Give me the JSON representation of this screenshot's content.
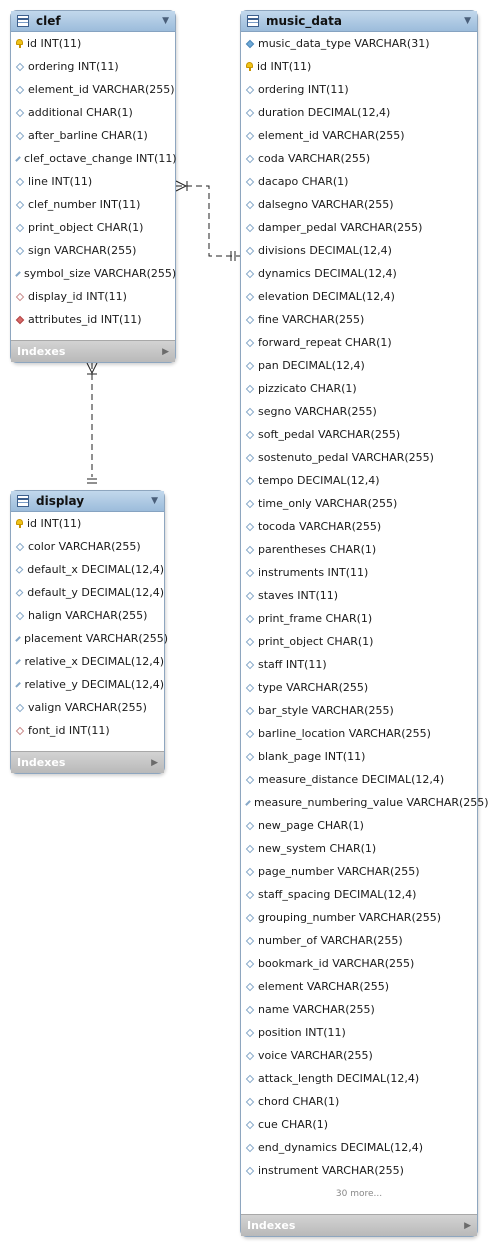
{
  "tables": {
    "clef": {
      "name": "clef",
      "indexes_label": "Indexes",
      "fields": [
        {
          "text": "id INT(11)",
          "icon": "pk"
        },
        {
          "text": "ordering INT(11)",
          "icon": "col"
        },
        {
          "text": "element_id VARCHAR(255)",
          "icon": "col"
        },
        {
          "text": "additional CHAR(1)",
          "icon": "col"
        },
        {
          "text": "after_barline CHAR(1)",
          "icon": "col"
        },
        {
          "text": "clef_octave_change INT(11)",
          "icon": "col"
        },
        {
          "text": "line INT(11)",
          "icon": "col"
        },
        {
          "text": "clef_number INT(11)",
          "icon": "col"
        },
        {
          "text": "print_object CHAR(1)",
          "icon": "col"
        },
        {
          "text": "sign VARCHAR(255)",
          "icon": "col"
        },
        {
          "text": "symbol_size VARCHAR(255)",
          "icon": "col"
        },
        {
          "text": "display_id INT(11)",
          "icon": "fk"
        },
        {
          "text": "attributes_id INT(11)",
          "icon": "fk-nn"
        }
      ]
    },
    "display": {
      "name": "display",
      "indexes_label": "Indexes",
      "fields": [
        {
          "text": "id INT(11)",
          "icon": "pk"
        },
        {
          "text": "color VARCHAR(255)",
          "icon": "col"
        },
        {
          "text": "default_x DECIMAL(12,4)",
          "icon": "col"
        },
        {
          "text": "default_y DECIMAL(12,4)",
          "icon": "col"
        },
        {
          "text": "halign VARCHAR(255)",
          "icon": "col"
        },
        {
          "text": "placement VARCHAR(255)",
          "icon": "col"
        },
        {
          "text": "relative_x DECIMAL(12,4)",
          "icon": "col"
        },
        {
          "text": "relative_y DECIMAL(12,4)",
          "icon": "col"
        },
        {
          "text": "valign VARCHAR(255)",
          "icon": "col"
        },
        {
          "text": "font_id INT(11)",
          "icon": "fk"
        }
      ]
    },
    "music_data": {
      "name": "music_data",
      "indexes_label": "Indexes",
      "more_text": "30 more...",
      "fields": [
        {
          "text": "music_data_type VARCHAR(31)",
          "icon": "col-nn"
        },
        {
          "text": "id INT(11)",
          "icon": "pk"
        },
        {
          "text": "ordering INT(11)",
          "icon": "col"
        },
        {
          "text": "duration DECIMAL(12,4)",
          "icon": "col"
        },
        {
          "text": "element_id VARCHAR(255)",
          "icon": "col"
        },
        {
          "text": "coda VARCHAR(255)",
          "icon": "col"
        },
        {
          "text": "dacapo CHAR(1)",
          "icon": "col"
        },
        {
          "text": "dalsegno VARCHAR(255)",
          "icon": "col"
        },
        {
          "text": "damper_pedal VARCHAR(255)",
          "icon": "col"
        },
        {
          "text": "divisions DECIMAL(12,4)",
          "icon": "col"
        },
        {
          "text": "dynamics DECIMAL(12,4)",
          "icon": "col"
        },
        {
          "text": "elevation DECIMAL(12,4)",
          "icon": "col"
        },
        {
          "text": "fine VARCHAR(255)",
          "icon": "col"
        },
        {
          "text": "forward_repeat CHAR(1)",
          "icon": "col"
        },
        {
          "text": "pan DECIMAL(12,4)",
          "icon": "col"
        },
        {
          "text": "pizzicato CHAR(1)",
          "icon": "col"
        },
        {
          "text": "segno VARCHAR(255)",
          "icon": "col"
        },
        {
          "text": "soft_pedal VARCHAR(255)",
          "icon": "col"
        },
        {
          "text": "sostenuto_pedal VARCHAR(255)",
          "icon": "col"
        },
        {
          "text": "tempo DECIMAL(12,4)",
          "icon": "col"
        },
        {
          "text": "time_only VARCHAR(255)",
          "icon": "col"
        },
        {
          "text": "tocoda VARCHAR(255)",
          "icon": "col"
        },
        {
          "text": "parentheses CHAR(1)",
          "icon": "col"
        },
        {
          "text": "instruments INT(11)",
          "icon": "col"
        },
        {
          "text": "staves INT(11)",
          "icon": "col"
        },
        {
          "text": "print_frame CHAR(1)",
          "icon": "col"
        },
        {
          "text": "print_object CHAR(1)",
          "icon": "col"
        },
        {
          "text": "staff INT(11)",
          "icon": "col"
        },
        {
          "text": "type VARCHAR(255)",
          "icon": "col"
        },
        {
          "text": "bar_style VARCHAR(255)",
          "icon": "col"
        },
        {
          "text": "barline_location VARCHAR(255)",
          "icon": "col"
        },
        {
          "text": "blank_page INT(11)",
          "icon": "col"
        },
        {
          "text": "measure_distance DECIMAL(12,4)",
          "icon": "col"
        },
        {
          "text": "measure_numbering_value VARCHAR(255)",
          "icon": "col"
        },
        {
          "text": "new_page CHAR(1)",
          "icon": "col"
        },
        {
          "text": "new_system CHAR(1)",
          "icon": "col"
        },
        {
          "text": "page_number VARCHAR(255)",
          "icon": "col"
        },
        {
          "text": "staff_spacing DECIMAL(12,4)",
          "icon": "col"
        },
        {
          "text": "grouping_number VARCHAR(255)",
          "icon": "col"
        },
        {
          "text": "number_of VARCHAR(255)",
          "icon": "col"
        },
        {
          "text": "bookmark_id VARCHAR(255)",
          "icon": "col"
        },
        {
          "text": "element VARCHAR(255)",
          "icon": "col"
        },
        {
          "text": "name VARCHAR(255)",
          "icon": "col"
        },
        {
          "text": "position INT(11)",
          "icon": "col"
        },
        {
          "text": "voice VARCHAR(255)",
          "icon": "col"
        },
        {
          "text": "attack_length DECIMAL(12,4)",
          "icon": "col"
        },
        {
          "text": "chord CHAR(1)",
          "icon": "col"
        },
        {
          "text": "cue CHAR(1)",
          "icon": "col"
        },
        {
          "text": "end_dynamics DECIMAL(12,4)",
          "icon": "col"
        },
        {
          "text": "instrument VARCHAR(255)",
          "icon": "col"
        }
      ]
    }
  },
  "relationships": [
    {
      "from": "clef",
      "to": "music_data",
      "notation": "crow's foot"
    },
    {
      "from": "clef",
      "to": "display",
      "notation": "crow's foot"
    }
  ]
}
